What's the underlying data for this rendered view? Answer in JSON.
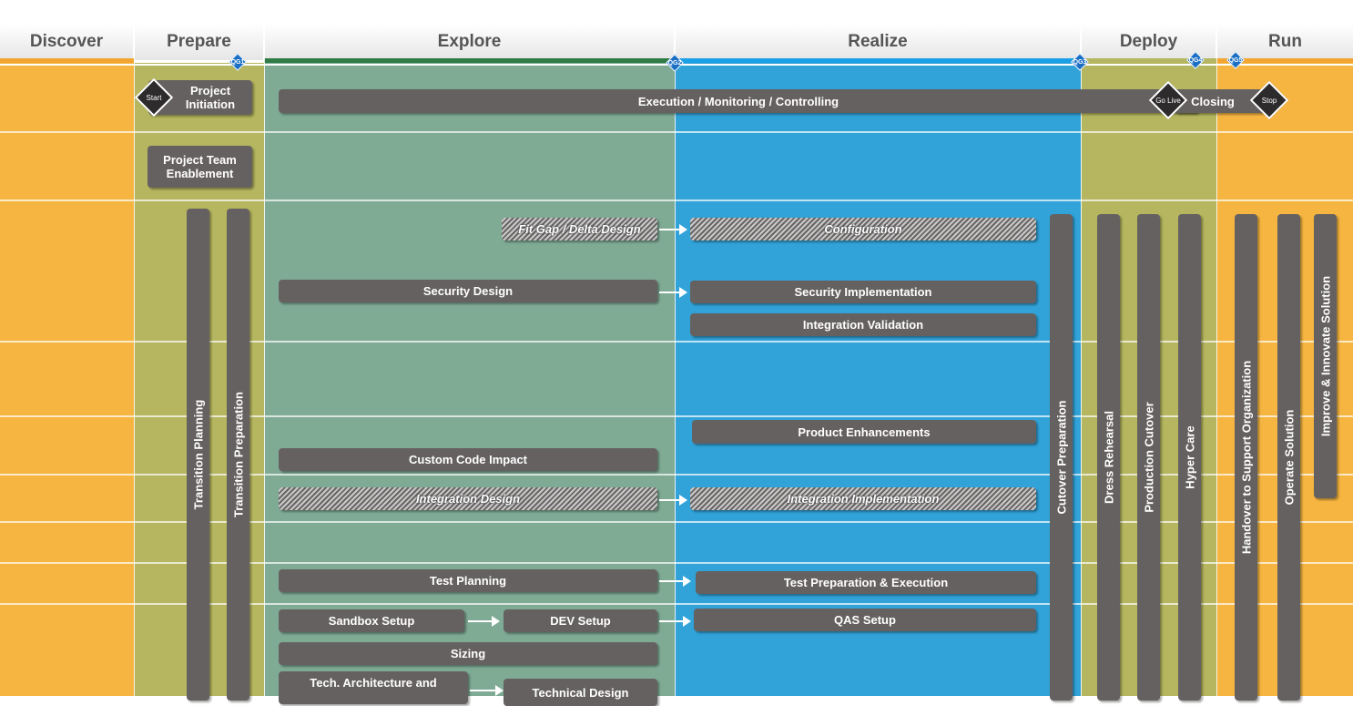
{
  "phases": [
    "Discover",
    "Prepare",
    "Explore",
    "Realize",
    "Deploy",
    "Run"
  ],
  "colors": {
    "discover": "#f6b540",
    "prepare": "#b5b65f",
    "explore": "#7fab95",
    "realize": "#31a3d9",
    "deploy": "#b5b65f",
    "run": "#f6b540",
    "bar": "#666161",
    "quality_gate": "#1a6fc4",
    "band_discover": "#f2a531",
    "band_explore": "#2e7b46",
    "band_realize": "#1aa0e6"
  },
  "quality_gates": [
    "QG1",
    "QG2",
    "QG3",
    "QG4",
    "QG5"
  ],
  "milestones": {
    "start": "Start",
    "go_live": "Go Live",
    "stop": "Stop"
  },
  "bars": {
    "project_initiation": "Project Initiation",
    "execution": "Execution / Monitoring / Controlling",
    "closing": "Closing",
    "project_team_enablement": "Project Team Enablement",
    "fit_gap": "Fit Gap / Delta Design",
    "configuration": "Configuration",
    "security_design": "Security Design",
    "security_implementation": "Security Implementation",
    "integration_validation": "Integration Validation",
    "product_enhancements": "Product Enhancements",
    "custom_code_impact": "Custom Code Impact",
    "integration_design": "Integration Design",
    "integration_implementation": "Integration Implementation",
    "test_planning": "Test Planning",
    "test_prep_exec": "Test Preparation & Execution",
    "sandbox_setup": "Sandbox Setup",
    "dev_setup": "DEV Setup",
    "qas_setup": "QAS Setup",
    "sizing": "Sizing",
    "tech_arch": "Tech. Architecture and",
    "technical_design": "Technical Design"
  },
  "vertical_bars": {
    "transition_planning": "Transition Planning",
    "transition_preparation": "Transition Preparation",
    "cutover_preparation": "Cutover Preparation",
    "dress_rehearsal": "Dress Rehearsal",
    "production_cutover": "Production Cutover",
    "hyper_care": "Hyper Care",
    "handover": "Handover to Support Organization",
    "operate_solution": "Operate Solution",
    "improve_innovate": "Improve & Innovate Solution"
  }
}
